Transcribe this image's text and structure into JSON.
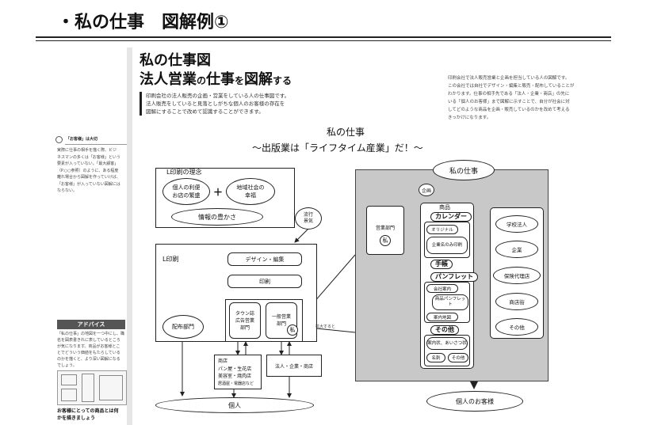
{
  "slide": {
    "title": "・私の仕事　図解例①"
  },
  "article": {
    "headline1": "私の仕事図",
    "headline2a": "法人営業",
    "headline2b": "の",
    "headline2c": "仕事",
    "headline2d": "を",
    "headline2e": "図解",
    "headline2f": "する",
    "intro": [
      "印刷会社の法人販売の企画・営業をしている人の仕事図です。",
      "法人販売をしていると見落としがちな個人のお客様の存在を",
      "図解にすることで改めて認識することができます。"
    ],
    "description": [
      "印刷会社で法人販売営業と企画を担当している人の図解です。",
      "この会社では自社でデザイン・編集と販売・配布していることが",
      "わかります。仕事の相手先である「法人・企業・商店」の先に",
      "いる「個人のお客様」まで図解に示すことで、自分が社会に対",
      "してどのような商品を企画・販売しているのかを改めて考える",
      "きっかけになります。"
    ]
  },
  "sidebar": {
    "point_title": "「お客様」は大切",
    "point_text": [
      "実際に仕事の相手を描く際、ビジ",
      "ネスマンの多くは「お客様」という",
      "要素が入っていない。「最大顧客」",
      "（P.○○参照）のように、ある程度",
      "離れ場合から図解を作っていけば、",
      "「お客様」が入っていない図解には",
      "ならない。"
    ],
    "advice_title": "アドバイス",
    "advice_text": [
      "「私の仕事」の地図を一つ中にし、職",
      "名を図表書きれに表しているところ",
      "が気になります。商品がお客様とこ",
      "とでどういう価値をもたらしている",
      "のかを描くと、より深い図解になる",
      "でしょう。"
    ],
    "caption": [
      "お客様にとっての商品とは何",
      "かを描きましょう"
    ]
  },
  "diagram": {
    "title": "私の仕事",
    "subtitle": "～出版業は「ライフタイム産業」だ！～",
    "philosophy_label": "L印刷の理念",
    "ideal1": [
      "個人の利便",
      "お店の繁盛"
    ],
    "plus": "＋",
    "ideal2": [
      "地域社会の",
      "幸福"
    ],
    "richness": "情報の豊かさ",
    "trend": [
      "流行",
      "景気"
    ],
    "company_label": "L印刷",
    "design": "デザイン・編集",
    "printing": "印刷",
    "distribution": "配布部門",
    "town_sales": [
      "タウン誌",
      "広告営業",
      "部門"
    ],
    "general_sales": [
      "一般営業",
      "部門"
    ],
    "stamp": "私",
    "shops": [
      "商店",
      "パン屋・生花店",
      "美容室・焼肉店",
      "居酒屋・電器店など"
    ],
    "corporations": "法人・企業・商店",
    "individuals": "個人",
    "zoom_note": "拡大すると"
  },
  "zoom": {
    "title": "私の仕事",
    "planning": "企画",
    "sales_dept": [
      "営業部門"
    ],
    "products_label": "商品",
    "calendar": "カレンダー",
    "calendar_items": [
      "オリジナル",
      "企業名のみ印刷"
    ],
    "notebook": "手帳",
    "pamphlet": "パンフレット",
    "pamphlet_items": [
      "会社案内",
      "商品パンフレット",
      "案内地図"
    ],
    "others": "その他",
    "others_items": [
      "案内状、あいさつ状",
      "名刺",
      "その他"
    ],
    "customers": [
      "学校法人",
      "企業",
      "保険代理店",
      "商店街",
      "その他"
    ],
    "individual_customers": "個人のお客様"
  }
}
